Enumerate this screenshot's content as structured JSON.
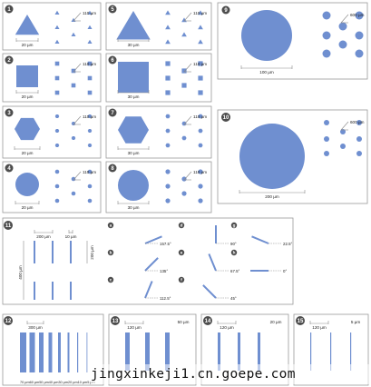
{
  "colors": {
    "shape_fill": "#6f8fd0",
    "shape_stroke": "#4f6fb0",
    "panel_border": "#9a9a9a",
    "badge_fill": "#4d4d4d",
    "badge_text": "#ffffff",
    "dim_line": "#8a8a8a",
    "label_text": "#222222"
  },
  "panels": [
    {
      "number": "1",
      "shape": "triangle",
      "scale_label": "20 µm",
      "pitch_label": "110 µm"
    },
    {
      "number": "2",
      "shape": "square",
      "scale_label": "20 µm",
      "pitch_label": "110 µm"
    },
    {
      "number": "3",
      "shape": "hexagon",
      "scale_label": "20 µm",
      "pitch_label": "110 µm"
    },
    {
      "number": "4",
      "shape": "circle",
      "scale_label": "20 µm",
      "pitch_label": "110 µm"
    },
    {
      "number": "5",
      "shape": "triangle",
      "scale_label": "30 µm",
      "pitch_label": "110 µm"
    },
    {
      "number": "6",
      "shape": "square",
      "scale_label": "30 µm",
      "pitch_label": "110 µm"
    },
    {
      "number": "7",
      "shape": "hexagon",
      "scale_label": "30 µm",
      "pitch_label": "110 µm"
    },
    {
      "number": "8",
      "shape": "circle",
      "scale_label": "30 µm",
      "pitch_label": "110 µm"
    },
    {
      "number": "9",
      "shape": "circle",
      "scale_label": "100 µm",
      "pitch_label": "600 µm"
    },
    {
      "number": "10",
      "shape": "circle",
      "scale_label": "200 µm",
      "pitch_label": "600 µm"
    }
  ],
  "panel11": {
    "number": "11",
    "width_label_a": "200 µm",
    "width_label_b": "10 µm",
    "height_label_left": "400 µm",
    "height_label_right": "200 µm",
    "subpanels": [
      {
        "letter": "a",
        "angle_label": "157.5°"
      },
      {
        "letter": "b",
        "angle_label": "135°"
      },
      {
        "letter": "c",
        "angle_label": "112.5°"
      },
      {
        "letter": "d",
        "angle_label": "90°"
      },
      {
        "letter": "e",
        "angle_label": "67.5°"
      },
      {
        "letter": "f",
        "angle_label": "45°"
      },
      {
        "letter": "g",
        "angle_label": "22.5°"
      },
      {
        "letter": "h",
        "angle_label": "0°"
      }
    ]
  },
  "panel12": {
    "number": "12",
    "top_label": "300 µm",
    "bottom_labels": [
      "70 µm",
      "60 µm",
      "50 µm",
      "40 µm",
      "30 µm",
      "20 µm",
      "10 µm",
      "5 µm"
    ]
  },
  "panel13": {
    "number": "13",
    "spacing_label": "120 µm",
    "width_label": "50 µm"
  },
  "panel14": {
    "number": "14",
    "spacing_label": "120 µm",
    "width_label": "20 µm"
  },
  "panel15": {
    "number": "15",
    "spacing_label": "120 µm",
    "width_label": "5 µm"
  },
  "watermark": "jingxinkeji1.cn.goepe.com"
}
